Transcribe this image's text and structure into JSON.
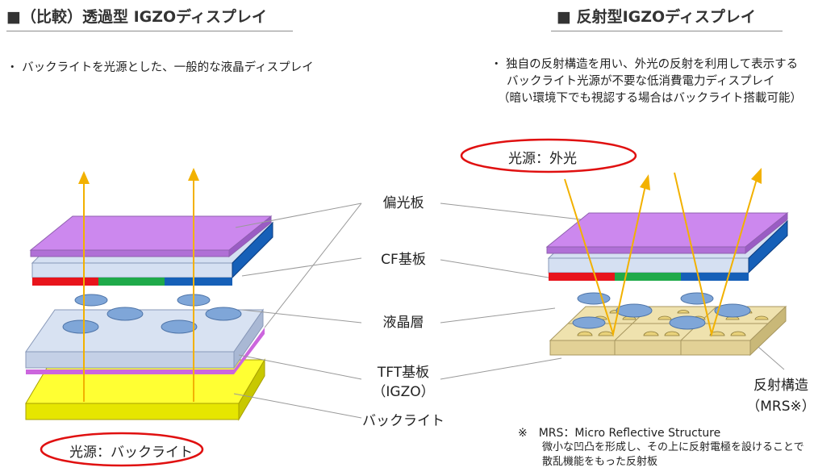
{
  "left": {
    "title": "■（比較）透過型 IGZOディスプレイ",
    "bullet": "・ バックライトを光源とした、一般的な液晶ディスプレイ",
    "light_source": "光源：バックライト"
  },
  "right": {
    "title": "■ 反射型IGZOディスプレイ",
    "bullets": [
      "・ 独自の反射構造を用い、外光の反射を利用して表示する",
      "バックライト光源が不要な低消費電力ディスプレイ",
      "（暗い環境下でも視認する場合はバックライト搭載可能）"
    ],
    "light_source": "光源：外光",
    "mrs_label_1": "反射構造",
    "mrs_label_2": "（MRS※）",
    "note_1": "※　MRS：Micro Reflective Structure",
    "note_2": "微小な凹凸を形成し、その上に反射電極を設けることで",
    "note_3": "散乱機能をもった反射板"
  },
  "layers": {
    "polarizer": "偏光板",
    "cf": "CF基板",
    "lc": "液晶層",
    "tft_1": "TFT基板",
    "tft_2": "（IGZO）",
    "backlight": "バックライト"
  },
  "colors": {
    "polarizer": "#cc88ee",
    "glass": "#d5e0f2",
    "backlight": "#ffff33",
    "reflector": "#efe2ae",
    "arrow": "#f2b100",
    "red_ellipse": "#e01010"
  }
}
